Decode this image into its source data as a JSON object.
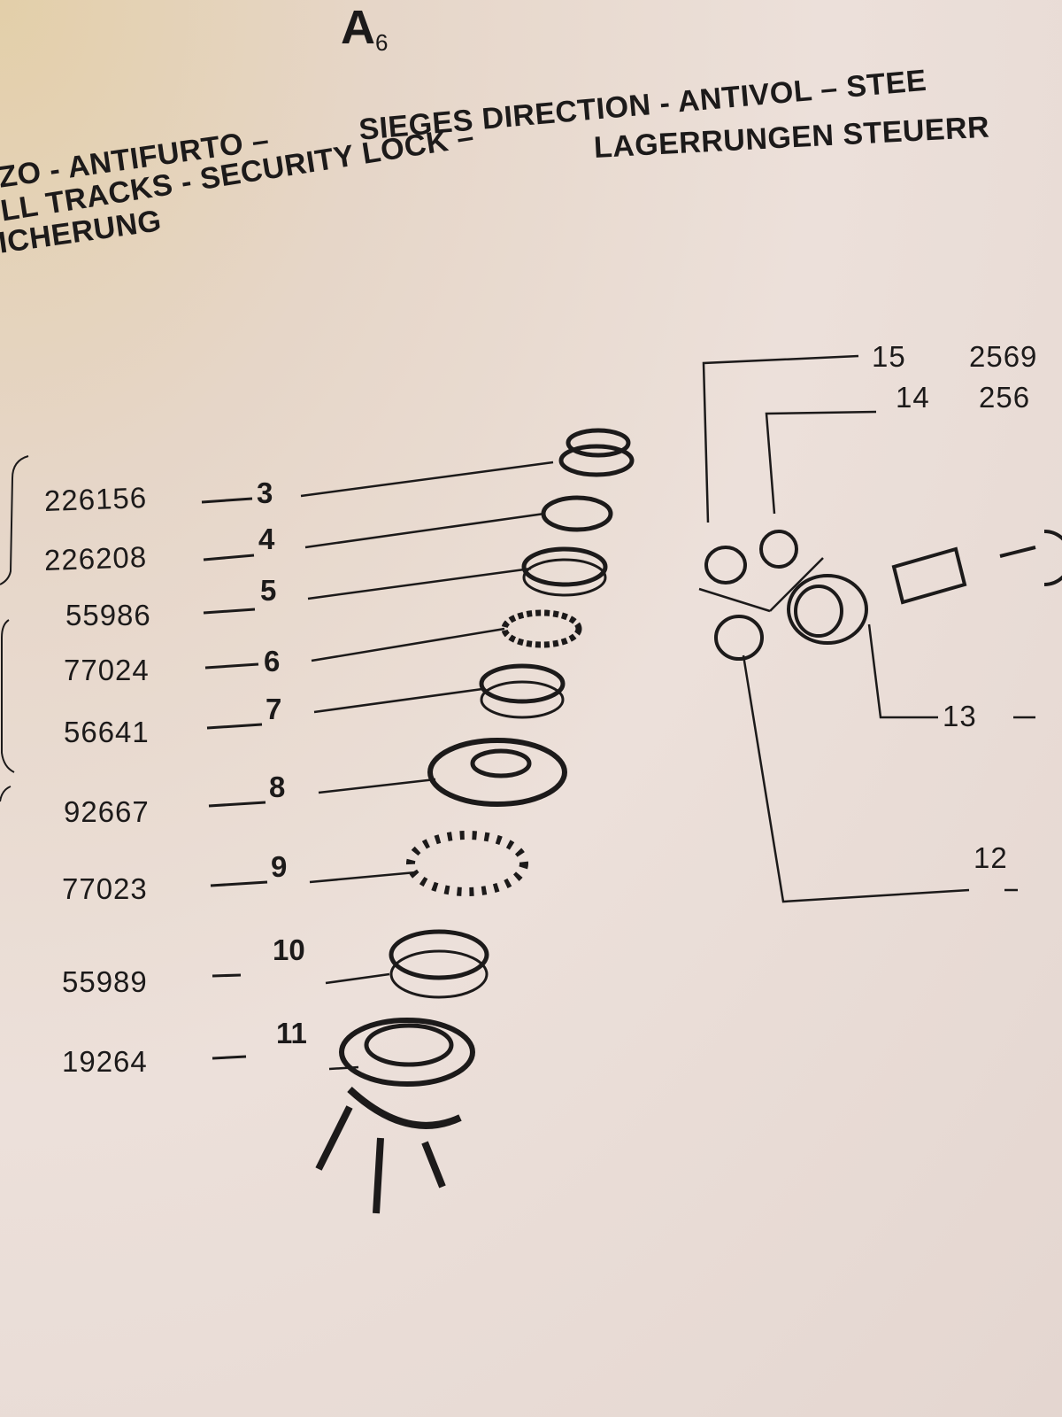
{
  "header": {
    "section_letter": "A",
    "section_number": "6"
  },
  "title_lines": [
    "ZO - ANTIFURTO – SIEGES DIRECTION - ANTIVOL – STEE",
    "LL TRACKS - SECURITY LOCK – LAGERRUNGEN STEUERR",
    "ICHERUNG"
  ],
  "title_parts": {
    "l1a": "ZO - ANTIFURTO –",
    "l1b": "SIEGES DIRECTION - ANTIVOL – STEE",
    "l2a": "LL TRACKS - SECURITY LOCK –",
    "l2b": "LAGERRUNGEN STEUERR",
    "l3": "ICHERUNG"
  },
  "left_parts": [
    {
      "part_no": "226156",
      "ref": "3"
    },
    {
      "part_no": "226208",
      "ref": "4"
    },
    {
      "part_no": "55986",
      "ref": "5"
    },
    {
      "part_no": "77024",
      "ref": "6"
    },
    {
      "part_no": "56641",
      "ref": "7"
    },
    {
      "part_no": "92667",
      "ref": "8"
    },
    {
      "part_no": "77023",
      "ref": "9"
    },
    {
      "part_no": "55989",
      "ref": "10"
    },
    {
      "part_no": "19264",
      "ref": "11"
    }
  ],
  "right_parts": [
    {
      "ref": "15",
      "part_no": "2569"
    },
    {
      "ref": "14",
      "part_no": "256"
    },
    {
      "ref": "13",
      "part_no": ""
    },
    {
      "ref": "12",
      "part_no": ""
    }
  ]
}
